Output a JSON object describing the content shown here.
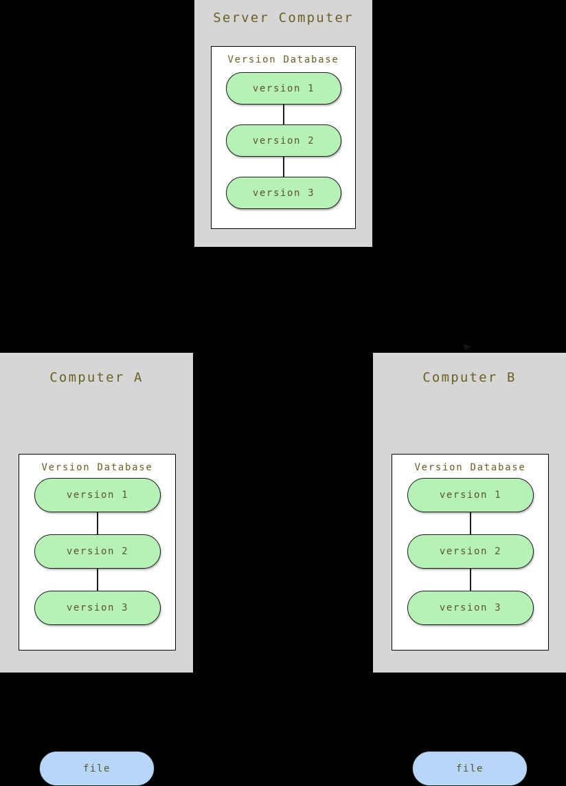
{
  "diagram": {
    "background_color": "#000000",
    "panel_color": "#d6d6d6",
    "title_text_color": "#6b5f23",
    "version_pill_color": "#b6f2b6",
    "file_pill_color": "#b6d7f7",
    "panel_inner_box_color": "#ffffff"
  },
  "server": {
    "title": "Server Computer",
    "database": {
      "title": "Version Database",
      "versions": [
        {
          "label": "version 1"
        },
        {
          "label": "version 2"
        },
        {
          "label": "version 3"
        }
      ]
    }
  },
  "computer_a": {
    "title": "Computer A",
    "file": {
      "label": "file"
    },
    "database": {
      "title": "Version Database",
      "versions": [
        {
          "label": "version 1"
        },
        {
          "label": "version 2"
        },
        {
          "label": "version 3"
        }
      ]
    }
  },
  "computer_b": {
    "title": "Computer B",
    "file": {
      "label": "file"
    },
    "database": {
      "title": "Version Database",
      "versions": [
        {
          "label": "version 1"
        },
        {
          "label": "version 2"
        },
        {
          "label": "version 3"
        }
      ]
    }
  }
}
